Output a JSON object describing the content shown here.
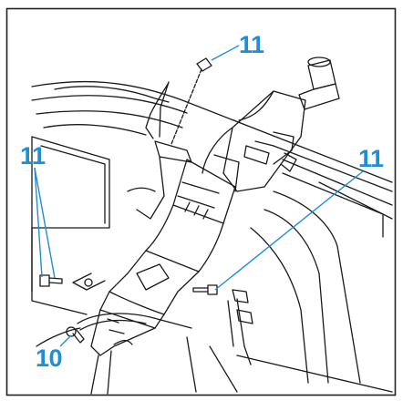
{
  "callouts": [
    {
      "id": "top",
      "text": "11"
    },
    {
      "id": "left",
      "text": "11"
    },
    {
      "id": "right",
      "text": "11"
    },
    {
      "id": "bottom",
      "text": "10"
    }
  ],
  "colors": {
    "callout": "#1e8fd4",
    "ink": "#1a1a1a",
    "frame": "#222222",
    "background": "#ffffff"
  }
}
